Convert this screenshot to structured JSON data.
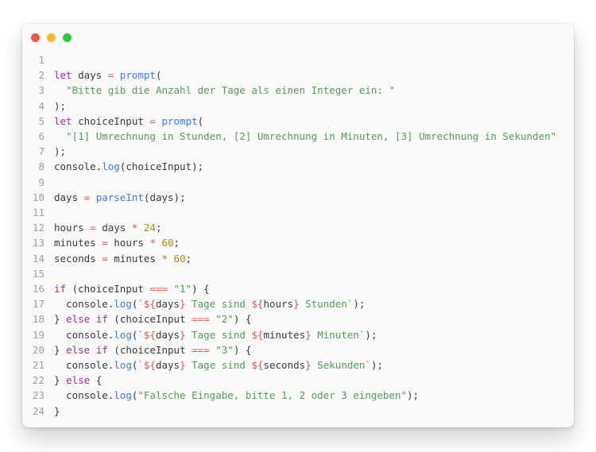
{
  "window": {
    "titlebar": {
      "controls": [
        {
          "name": "close",
          "color": "#f25549"
        },
        {
          "name": "minimize",
          "color": "#f7ba2b"
        },
        {
          "name": "zoom",
          "color": "#2acb42"
        }
      ]
    }
  },
  "colors": {
    "page_background": "#ffffff",
    "window_background": "#fafafa",
    "plain_text": "#383a42",
    "keyword": "#a626a4",
    "function": "#4078f2",
    "string": "#50a14f",
    "number": "#c18401",
    "operator": "#e45649",
    "line_number": "#9fa0a6"
  },
  "editor": {
    "token_class_map": {
      "p": "plain",
      "k": "keyword",
      "f": "function",
      "s": "string",
      "n": "number",
      "o": "operator"
    },
    "lines": [
      {
        "num": "1",
        "tokens": []
      },
      {
        "num": "2",
        "tokens": [
          [
            "k",
            "let"
          ],
          [
            "p",
            " days "
          ],
          [
            "o",
            "="
          ],
          [
            "p",
            " "
          ],
          [
            "f",
            "prompt"
          ],
          [
            "p",
            "("
          ]
        ]
      },
      {
        "num": "3",
        "tokens": [
          [
            "p",
            "  "
          ],
          [
            "s",
            "\"Bitte gib die Anzahl der Tage als einen Integer ein: \""
          ]
        ]
      },
      {
        "num": "4",
        "tokens": [
          [
            "p",
            ");"
          ]
        ]
      },
      {
        "num": "5",
        "tokens": [
          [
            "k",
            "let"
          ],
          [
            "p",
            " choiceInput "
          ],
          [
            "o",
            "="
          ],
          [
            "p",
            " "
          ],
          [
            "f",
            "prompt"
          ],
          [
            "p",
            "("
          ]
        ]
      },
      {
        "num": "6",
        "tokens": [
          [
            "p",
            "  "
          ],
          [
            "s",
            "\"[1] Umrechnung in Stunden, [2] Umrechnung in Minuten, [3] Umrechnung in Sekunden\""
          ]
        ]
      },
      {
        "num": "7",
        "tokens": [
          [
            "p",
            ");"
          ]
        ]
      },
      {
        "num": "8",
        "tokens": [
          [
            "p",
            "console."
          ],
          [
            "f",
            "log"
          ],
          [
            "p",
            "(choiceInput);"
          ]
        ]
      },
      {
        "num": "9",
        "tokens": []
      },
      {
        "num": "10",
        "tokens": [
          [
            "p",
            "days "
          ],
          [
            "o",
            "="
          ],
          [
            "p",
            " "
          ],
          [
            "f",
            "parseInt"
          ],
          [
            "p",
            "(days);"
          ]
        ]
      },
      {
        "num": "11",
        "tokens": []
      },
      {
        "num": "12",
        "tokens": [
          [
            "p",
            "hours "
          ],
          [
            "o",
            "="
          ],
          [
            "p",
            " days "
          ],
          [
            "o",
            "*"
          ],
          [
            "p",
            " "
          ],
          [
            "n",
            "24"
          ],
          [
            "p",
            ";"
          ]
        ]
      },
      {
        "num": "13",
        "tokens": [
          [
            "p",
            "minutes "
          ],
          [
            "o",
            "="
          ],
          [
            "p",
            " hours "
          ],
          [
            "o",
            "*"
          ],
          [
            "p",
            " "
          ],
          [
            "n",
            "60"
          ],
          [
            "p",
            ";"
          ]
        ]
      },
      {
        "num": "14",
        "tokens": [
          [
            "p",
            "seconds "
          ],
          [
            "o",
            "="
          ],
          [
            "p",
            " minutes "
          ],
          [
            "o",
            "*"
          ],
          [
            "p",
            " "
          ],
          [
            "n",
            "60"
          ],
          [
            "p",
            ";"
          ]
        ]
      },
      {
        "num": "15",
        "tokens": []
      },
      {
        "num": "16",
        "tokens": [
          [
            "k",
            "if"
          ],
          [
            "p",
            " (choiceInput "
          ],
          [
            "o",
            "==="
          ],
          [
            "p",
            " "
          ],
          [
            "s",
            "\"1\""
          ],
          [
            "p",
            ") {"
          ]
        ]
      },
      {
        "num": "17",
        "tokens": [
          [
            "p",
            "  console."
          ],
          [
            "f",
            "log"
          ],
          [
            "p",
            "("
          ],
          [
            "s",
            "`"
          ],
          [
            "o",
            "${"
          ],
          [
            "p",
            "days"
          ],
          [
            "o",
            "}"
          ],
          [
            "s",
            " Tage sind "
          ],
          [
            "o",
            "${"
          ],
          [
            "p",
            "hours"
          ],
          [
            "o",
            "}"
          ],
          [
            "s",
            " Stunden`"
          ],
          [
            "p",
            ");"
          ]
        ]
      },
      {
        "num": "18",
        "tokens": [
          [
            "p",
            "} "
          ],
          [
            "k",
            "else"
          ],
          [
            "p",
            " "
          ],
          [
            "k",
            "if"
          ],
          [
            "p",
            " (choiceInput "
          ],
          [
            "o",
            "==="
          ],
          [
            "p",
            " "
          ],
          [
            "s",
            "\"2\""
          ],
          [
            "p",
            ") {"
          ]
        ]
      },
      {
        "num": "19",
        "tokens": [
          [
            "p",
            "  console."
          ],
          [
            "f",
            "log"
          ],
          [
            "p",
            "("
          ],
          [
            "s",
            "`"
          ],
          [
            "o",
            "${"
          ],
          [
            "p",
            "days"
          ],
          [
            "o",
            "}"
          ],
          [
            "s",
            " Tage sind "
          ],
          [
            "o",
            "${"
          ],
          [
            "p",
            "minutes"
          ],
          [
            "o",
            "}"
          ],
          [
            "s",
            " Minuten`"
          ],
          [
            "p",
            ");"
          ]
        ]
      },
      {
        "num": "20",
        "tokens": [
          [
            "p",
            "} "
          ],
          [
            "k",
            "else"
          ],
          [
            "p",
            " "
          ],
          [
            "k",
            "if"
          ],
          [
            "p",
            " (choiceInput "
          ],
          [
            "o",
            "==="
          ],
          [
            "p",
            " "
          ],
          [
            "s",
            "\"3\""
          ],
          [
            "p",
            ") {"
          ]
        ]
      },
      {
        "num": "21",
        "tokens": [
          [
            "p",
            "  console."
          ],
          [
            "f",
            "log"
          ],
          [
            "p",
            "("
          ],
          [
            "s",
            "`"
          ],
          [
            "o",
            "${"
          ],
          [
            "p",
            "days"
          ],
          [
            "o",
            "}"
          ],
          [
            "s",
            " Tage sind "
          ],
          [
            "o",
            "${"
          ],
          [
            "p",
            "seconds"
          ],
          [
            "o",
            "}"
          ],
          [
            "s",
            " Sekunden`"
          ],
          [
            "p",
            ");"
          ]
        ]
      },
      {
        "num": "22",
        "tokens": [
          [
            "p",
            "} "
          ],
          [
            "k",
            "else"
          ],
          [
            "p",
            " {"
          ]
        ]
      },
      {
        "num": "23",
        "tokens": [
          [
            "p",
            "  console."
          ],
          [
            "f",
            "log"
          ],
          [
            "p",
            "("
          ],
          [
            "s",
            "\"Falsche Eingabe, bitte 1, 2 oder 3 eingeben\""
          ],
          [
            "p",
            ");"
          ]
        ]
      },
      {
        "num": "24",
        "tokens": [
          [
            "p",
            "}"
          ]
        ]
      }
    ]
  }
}
